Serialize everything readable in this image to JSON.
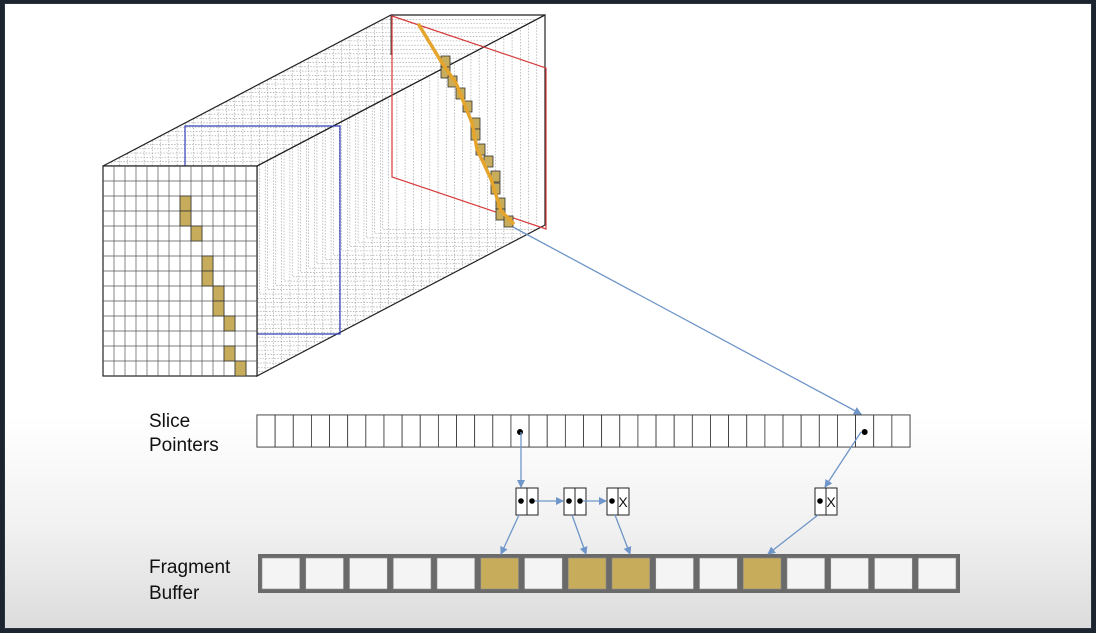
{
  "labels": {
    "slice_pointers_line1": "Slice",
    "slice_pointers_line2": "Pointers",
    "fragment_buffer_line1": "Fragment",
    "fragment_buffer_line2": "Buffer",
    "null_marker": "X"
  },
  "slice_pointers": {
    "cell_count": 36,
    "pointer_cells": [
      14,
      33
    ]
  },
  "fragment_buffer": {
    "cell_count": 16,
    "highlighted_cells": [
      5,
      7,
      8,
      11
    ]
  },
  "colors": {
    "highlight": "#c7ac5c",
    "orange_line": "#e5a52c",
    "blue_slice": "#3340b8",
    "red_slice": "#d63a3a",
    "arrow": "#6f96c8",
    "buffer_cell": "#f4f4f4",
    "buffer_border": "#6a6a6a"
  }
}
